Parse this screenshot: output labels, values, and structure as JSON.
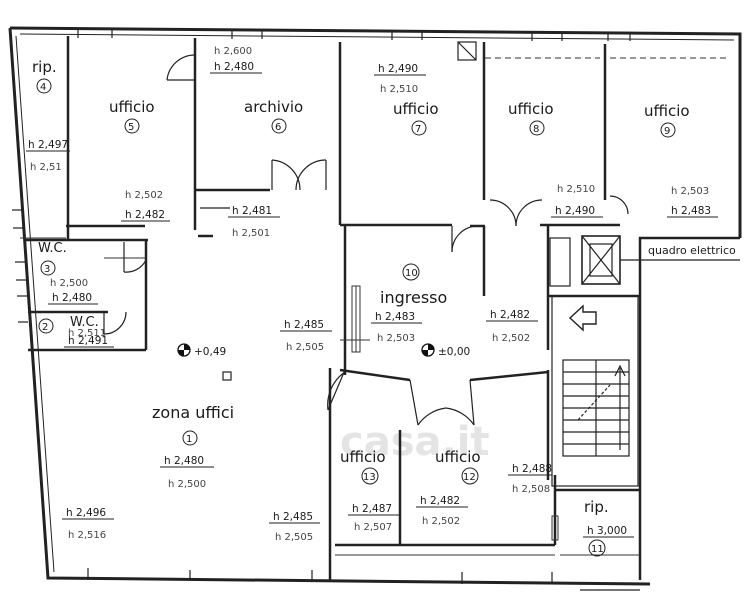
{
  "rooms": {
    "r4": {
      "name": "rip.",
      "number": "4"
    },
    "r5": {
      "name": "ufficio",
      "number": "5"
    },
    "r6": {
      "name": "archivio",
      "number": "6"
    },
    "r7": {
      "name": "ufficio",
      "number": "7"
    },
    "r8": {
      "name": "ufficio",
      "number": "8"
    },
    "r9": {
      "name": "ufficio",
      "number": "9"
    },
    "r3": {
      "name": "W.C.",
      "number": "3"
    },
    "r2": {
      "name": "W.C.",
      "number": "2"
    },
    "r10": {
      "name": "ingresso",
      "number": "10"
    },
    "r1": {
      "name": "zona uffici",
      "number": "1"
    },
    "r13": {
      "name": "ufficio",
      "number": "13"
    },
    "r12": {
      "name": "ufficio",
      "number": "12"
    },
    "r11": {
      "name": "rip.",
      "number": "11"
    }
  },
  "heights": {
    "h4a": "h 2,497",
    "h4b": "h 2,51",
    "h6a": "h 2,600",
    "h6b": "h 2,480",
    "h7a": "h 2,490",
    "h7b": "h 2,510",
    "h5a": "h 2,502",
    "h5b": "h 2,482",
    "h6c": "h 2,481",
    "h6d": "h 2,501",
    "h8a": "h 2,510",
    "h8b": "h 2,490",
    "h9a": "h 2,503",
    "h9b": "h 2,483",
    "h3a": "h 2,500",
    "h3b": "h 2,480",
    "h2a": "h 2,511",
    "h2b": "h 2,491",
    "h1e": "h 2,485",
    "h1f": "h 2,505",
    "h10a": "h 2,483",
    "h10b": "h 2,503",
    "h10c": "h 2,482",
    "h10d": "h 2,502",
    "h1a": "h 2,480",
    "h1b": "h 2,500",
    "h1c": "h 2,496",
    "h1d": "h 2,516",
    "h1g": "h 2,485",
    "h1h": "h 2,505",
    "h13a": "h 2,487",
    "h13b": "h 2,507",
    "h12a": "h 2,482",
    "h12b": "h 2,502",
    "h12c": "h 2,488",
    "h12d": "h 2,508",
    "h11a": "h 3,000"
  },
  "levels": {
    "l1": "+0,49",
    "l10": "±0,00"
  },
  "labels": {
    "quadro": "quadro elettrico",
    "watermark": "casa.it"
  }
}
